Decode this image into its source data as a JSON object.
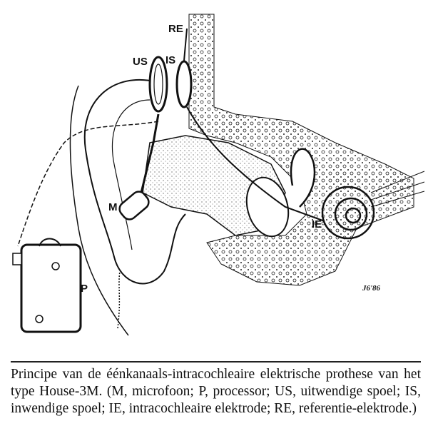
{
  "figure": {
    "labels": {
      "re": "RE",
      "us": "US",
      "is": "IS",
      "m": "M",
      "ie": "IE",
      "p": "P"
    },
    "signature": "J6'86"
  },
  "caption": "Principe van de éénkanaals-intracochleaire elektrische prothese van het type House-3M. (M, microfoon; P, processor; US, uitwendige spoel; IS, inwendige spoel; IE, intracochleaire elektrode; RE, referentie-elektrode.)"
}
